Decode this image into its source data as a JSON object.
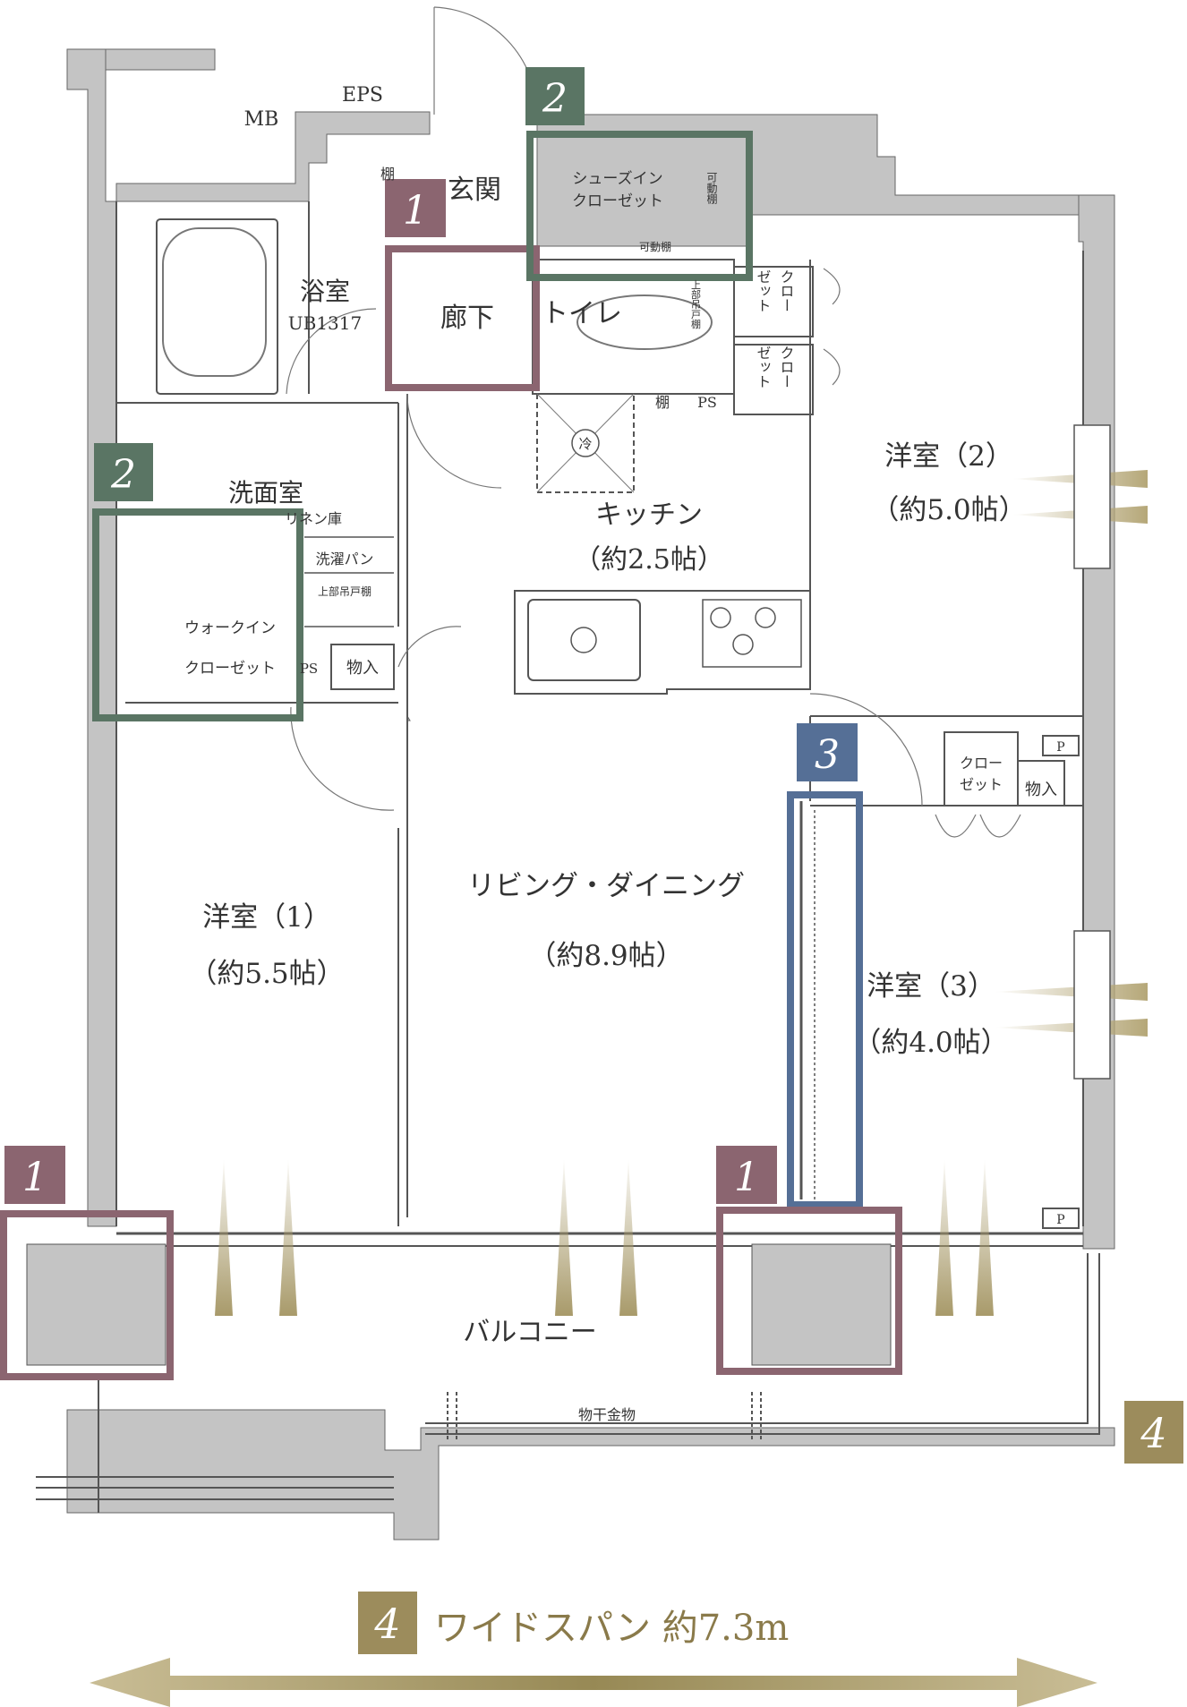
{
  "rooms": {
    "mb": "MB",
    "eps": "EPS",
    "shelf_entry": "棚",
    "genkan": "玄関",
    "shoes_in_closet_l1": "シューズイン",
    "shoes_in_closet_l2": "クローゼット",
    "movable_shelf_v": "可動棚",
    "movable_shelf_h": "可動棚",
    "bathroom": "浴室",
    "bathroom_unit": "UB1317",
    "corridor": "廊下",
    "toilet": "トイレ",
    "upper_cabinet_v": "上部吊戸棚",
    "closet_top_l1": "クロー",
    "closet_top_l2": "ゼット",
    "closet_mid_l1": "クロー",
    "closet_mid_l2": "ゼット",
    "shelf_toilet": "棚",
    "ps_toilet": "PS",
    "fridge_mark": "冷",
    "washroom": "洗面室",
    "linen": "リネン庫",
    "washer_pan": "洗濯パン",
    "upper_cabinet": "上部吊戸棚",
    "wic_l1": "ウォークイン",
    "wic_l2": "クローゼット",
    "ps_wash": "PS",
    "storage_wash": "物入",
    "kitchen": "キッチン",
    "kitchen_size": "（約2.5帖）",
    "western2": "洋室（2）",
    "western2_size": "（約5.0帖）",
    "closet_w3_l1": "クロー",
    "closet_w3_l2": "ゼット",
    "storage_w3": "物入",
    "p_upper": "P",
    "p_lower": "P",
    "western1": "洋室（1）",
    "western1_size": "（約5.5帖）",
    "living": "リビング・ダイニング",
    "living_size": "（約8.9帖）",
    "western3": "洋室（3）",
    "western3_size": "（約4.0帖）",
    "balcony": "バルコニー",
    "laundry_hanger": "物干金物"
  },
  "badges": {
    "b1_entry": "1",
    "b1_left": "1",
    "b1_right": "1",
    "b2_top": "2",
    "b2_left": "2",
    "b3": "3",
    "b4_side": "4",
    "b4_caption": "4"
  },
  "caption": {
    "text": "ワイドスパン 約7.3m"
  },
  "colors": {
    "wall": "#c4c4c4",
    "line": "#333333",
    "mauve": "#8b6570",
    "green": "#5a7564",
    "blue": "#556f96",
    "gold": "#9c8c5c"
  }
}
